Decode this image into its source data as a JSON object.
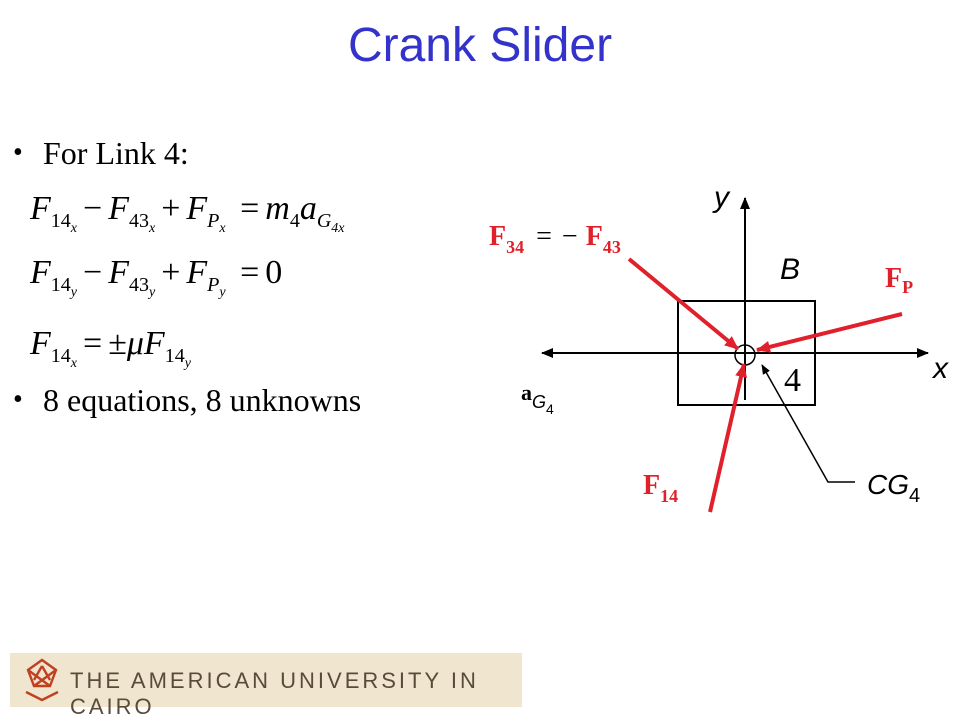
{
  "slide": {
    "title": "Crank Slider",
    "bullets": [
      {
        "text": "For Link 4:"
      },
      {
        "text": "8 equations, 8 unknowns"
      }
    ],
    "equations": {
      "eq1": {
        "rhs": "= m4aG4x"
      },
      "eq2": {
        "rhs": "= 0"
      },
      "eq3": {
        "text": "F14x = ±μF14y"
      }
    }
  },
  "diagram": {
    "labels": {
      "f34_eq": "F34 = − F43",
      "fp": "FP",
      "f14": "F14",
      "ag4": "aG4",
      "cg4": "CG4",
      "b": "B",
      "link_number": "4",
      "x_axis": "x",
      "y_axis": "y"
    },
    "colors": {
      "force": "#e0202a",
      "axis": "#000000",
      "title": "#3333cc"
    }
  },
  "footer": {
    "logo_text": "THE AMERICAN UNIVERSITY IN CAIRO"
  }
}
